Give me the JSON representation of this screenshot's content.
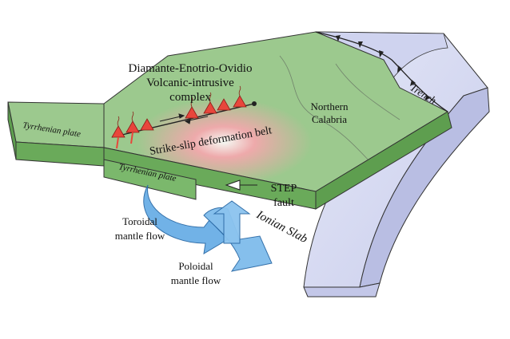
{
  "labels": {
    "complex_line1": "Diamante-Enotrio-Ovidio",
    "complex_line2": "Volcanic-intrusive",
    "complex_line3": "complex",
    "northern": "Northern",
    "calabria": "Calabria",
    "trench": "Trench",
    "tyrrhenian_plate_left": "Tyrrhenian plate",
    "tyrrhenian_plate_front": "Tyrrhenian plate",
    "strike_slip": "Strike-slip deformation belt",
    "step": "STEP",
    "fault": "fault",
    "ionian_slab": "Ionian Slab",
    "toroidal_line1": "Toroidal",
    "toroidal_line2": "mantle flow",
    "poloidal_line1": "Poloidal",
    "poloidal_line2": "mantle flow"
  },
  "colors": {
    "plate_top": "#9cc98e",
    "plate_side": "#6aaa5a",
    "slab": "#d8dcf2",
    "slab_edge": "#b8bde0",
    "deformation": "#f4a0a8",
    "volcano": "#e8463c",
    "flow_arrow": "#6aaee6"
  }
}
